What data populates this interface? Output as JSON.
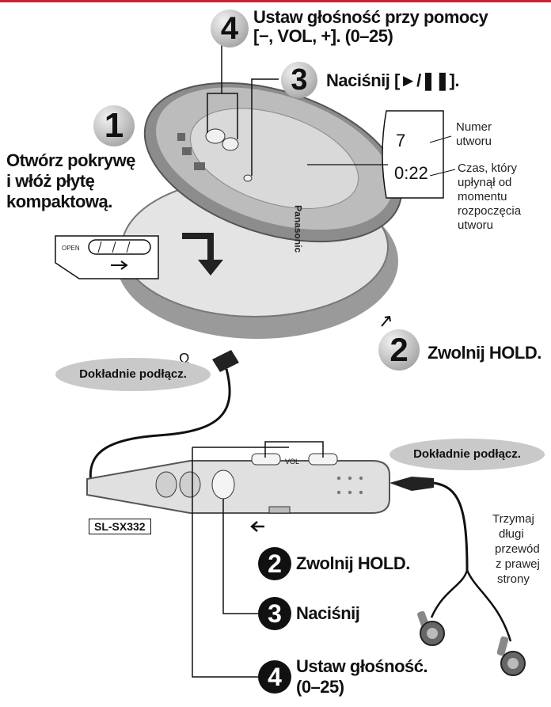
{
  "step1": {
    "number": "1",
    "text_line1": "Otwórz pokrywę",
    "text_line2": "i włóż płytę",
    "text_line3": "kompaktową."
  },
  "step2_top": {
    "number": "2",
    "text": "Zwolnij HOLD."
  },
  "step3_top": {
    "number": "3",
    "text": "Naciśnij [►/❚❚]."
  },
  "step4_top": {
    "number": "4",
    "text_line1": "Ustaw głośność przy pomocy",
    "text_line2": "[−, VOL, +]. (0–25)"
  },
  "display": {
    "track": "7",
    "time": "0:22"
  },
  "display_labels": {
    "track_line1": "Numer",
    "track_line2": "utworu",
    "time_line1": "Czas, który",
    "time_line2": "upłynął od",
    "time_line3": "momentu",
    "time_line4": "rozpoczęcia",
    "time_line5": "utworu"
  },
  "connect1": "Dokładnie podłącz.",
  "connect2": "Dokładnie podłącz.",
  "model": "SL-SX332",
  "vol_label": "VOL",
  "open_label": "OPEN",
  "brand": "Panasonic",
  "remote_step2": {
    "number": "2",
    "text": "Zwolnij HOLD."
  },
  "remote_step3": {
    "number": "3",
    "text": "Naciśnij"
  },
  "remote_step4": {
    "number": "4",
    "text_line1": "Ustaw głośność.",
    "text_line2": "(0–25)"
  },
  "cable_note": {
    "line1": "Trzymaj",
    "line2": "długi",
    "line3": "przewód",
    "line4": "z prawej",
    "line5": "strony"
  },
  "headphone_symbol": "Ω"
}
